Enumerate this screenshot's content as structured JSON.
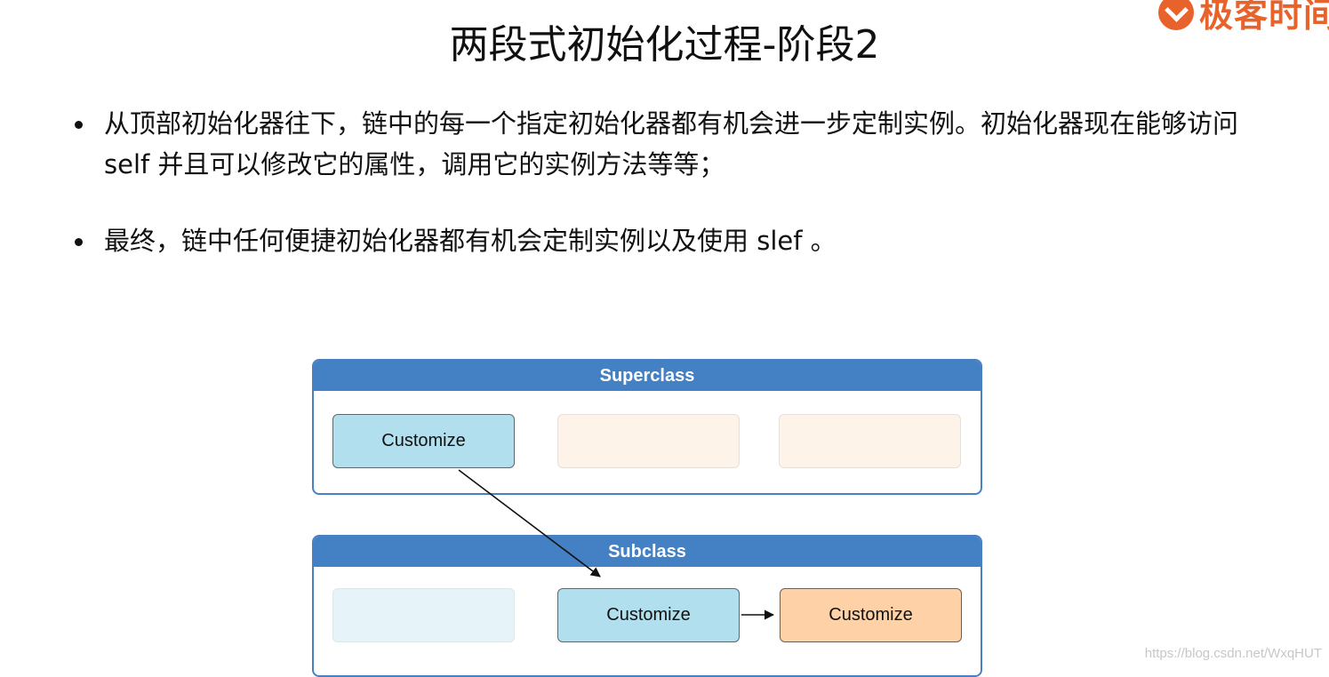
{
  "brand": {
    "name": "极客时间",
    "color": "#e8622c"
  },
  "title": "两段式初始化过程-阶段2",
  "bullets": [
    "从顶部初始化器往下，链中的每一个指定初始化器都有机会进一步定制实例。初始化器现在能够访问 self 并且可以修改它的属性，调用它的实例方法等等；",
    "最终，链中任何便捷初始化器都有机会定制实例以及使用 slef 。"
  ],
  "diagram": {
    "superclass": {
      "label": "Superclass",
      "nodes": [
        "Customize",
        "",
        ""
      ]
    },
    "subclass": {
      "label": "Subclass",
      "nodes": [
        "",
        "Customize",
        "Customize"
      ]
    },
    "colors": {
      "header": "#4380c4",
      "active_node": "#b2dfee",
      "convenience_node": "#fed2a6"
    }
  },
  "watermark": "https://blog.csdn.net/WxqHUT"
}
